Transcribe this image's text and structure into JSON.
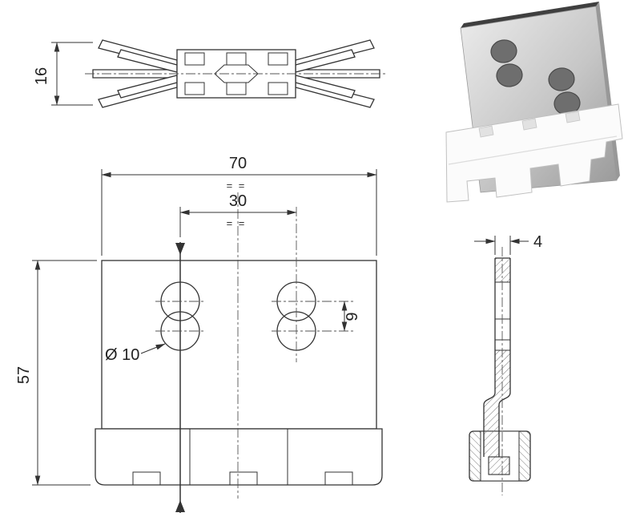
{
  "drawing": {
    "dims": {
      "top_height": "16",
      "overall_width": "70",
      "hole_spacing": "30",
      "overall_height": "57",
      "hole_diameter": "Ø 10",
      "hole_offset": "9",
      "thickness": "4"
    },
    "symbols": {
      "equal_spacing_width": "= =",
      "equal_spacing_holes": "= ="
    },
    "colors": {
      "line": "#333333",
      "metal_light": "#ededed",
      "metal_mid": "#c6c6c6",
      "metal_dark": "#989898",
      "edge_dark": "#3f3f3f",
      "hole": "#6e6e6e",
      "clip_white": "#fbfbfb"
    }
  }
}
